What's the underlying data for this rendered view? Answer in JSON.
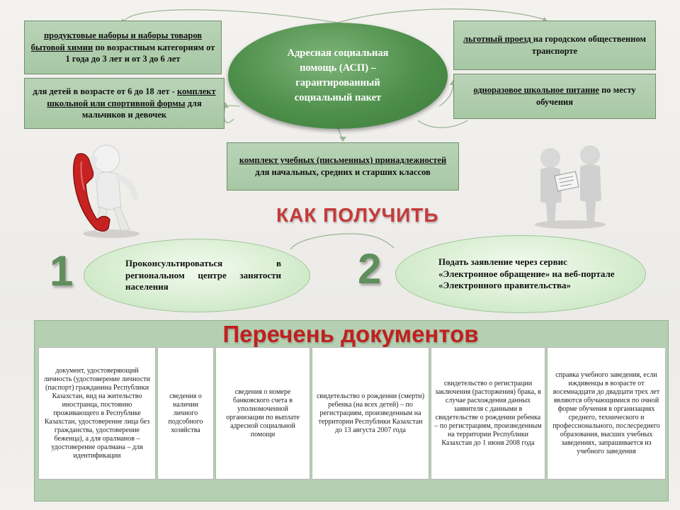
{
  "center": {
    "line1": "Адресная социальная",
    "line2": "помощь (АСП) –",
    "line3": "гарантированный",
    "line4": "социальный пакет"
  },
  "benefits": {
    "hygiene": {
      "underlined": "продуктовые наборы и наборы товаров бытовой химии",
      "rest": " по возрастным категориям от 1 года до 3 лет и от 3 до 6 лет"
    },
    "uniform": {
      "lead": "для детей в возрасте от 6 до 18 лет - ",
      "underlined": "комплект школьной или спортивной формы",
      "rest": " для мальчиков и девочек"
    },
    "transport": {
      "underlined": "льготный проезд ",
      "rest": "на городском общественном транспорте"
    },
    "meals": {
      "underlined": "одноразовое школьное питание",
      "rest": " по месту обучения"
    },
    "supplies": {
      "underlined": "комплект учебных (письменных) принадлежностей",
      "rest": " для начальных, средних и старших классов"
    }
  },
  "how_title": "КАК ПОЛУЧИТЬ",
  "steps": [
    {
      "number": "1",
      "text": "Проконсультироваться в региональном центре занятости населения"
    },
    {
      "number": "2",
      "text": "Подать заявление через сервис «Электронное обращение» на веб-портале «Электронного правительства»"
    }
  ],
  "documents_title": "Перечень документов",
  "documents": [
    "документ, удостоверяющий личность (удостоверение личности (паспорт) гражданина Республики Казахстан, вид на жительство иностранца, постоянно проживающего в Республике Казахстан, удостоверение лица без гражданства, удостоверение беженца), а для оралманов – удостоверение оралмана – для идентификации",
    "сведения о наличии личного подсобного хозяйства",
    "сведения о номере банковского счета в уполномоченной организации по выплате адресной социальной помощи",
    "свидетельство о рождении (смерти) ребенка (на всех детей) – по регистрациям, произведенным на территории Республики Казахстан до 13 августа 2007 года",
    "свидетельство о регистрации заключения (расторжения) брака, в случае расхождения данных заявителя с данными в свидетельстве о рождении ребенка – по регистрациям, произведенным на территории Республики Казахстан до 1 июня 2008 года",
    "справка учебного заведения, если иждивенцы в возрасте от восемнадцати до двадцати трех лет являются обучающимися по очной форме обучения в организациях среднего, технического и профессионального, послесреднего образования, высших учебных заведениях, запрашивается из учебного заведения"
  ],
  "colors": {
    "box_green": "#a7c8a4",
    "oval_green": "#4e8f4b",
    "title_red": "#c0201f",
    "how_red": "#c53a3a"
  }
}
